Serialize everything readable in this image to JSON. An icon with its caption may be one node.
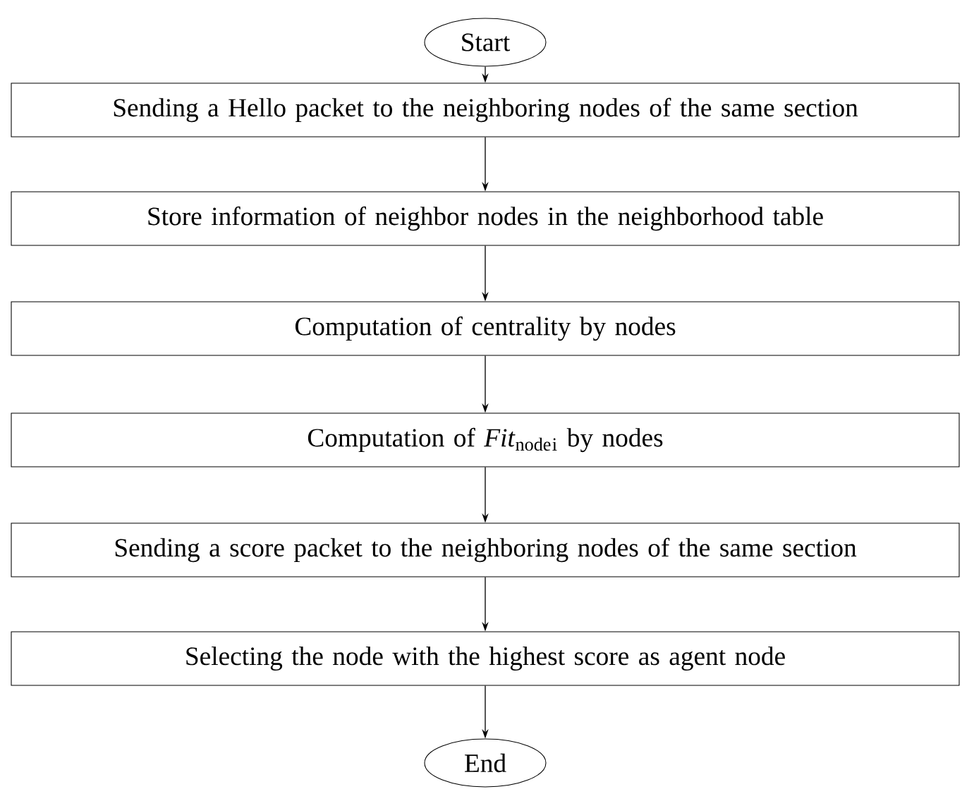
{
  "diagram": {
    "nodes": [
      {
        "text": [
          "Start"
        ]
      },
      {
        "text": [
          "Sending a Hello packet to the neighboring nodes of the same section"
        ]
      },
      {
        "text": [
          "Store information of neighbor nodes in the neighborhood table"
        ]
      },
      {
        "text": [
          "Computation of centrality by nodes"
        ]
      },
      {
        "text": [
          "Computation of *Fit*$_{node}$$_{i}$ by nodes"
        ]
      },
      {
        "text": [
          "Sending a score packet to the neighboring nodes of the same section"
        ]
      },
      {
        "text": [
          "Selecting the node with the highest score as agent node"
        ]
      },
      {
        "text": [
          "End"
        ]
      }
    ],
    "edges": [
      {
        "from": 0,
        "to": 1,
        "arrow": "to"
      },
      {
        "from": 1,
        "to": 2,
        "arrow": "to"
      },
      {
        "from": 2,
        "to": 3,
        "arrow": "to"
      },
      {
        "from": 3,
        "to": 4,
        "arrow": "to"
      },
      {
        "from": 4,
        "to": 5,
        "arrow": "to"
      },
      {
        "from": 5,
        "to": 6,
        "arrow": "to"
      },
      {
        "from": 6,
        "to": 7,
        "arrow": "to"
      }
    ]
  }
}
